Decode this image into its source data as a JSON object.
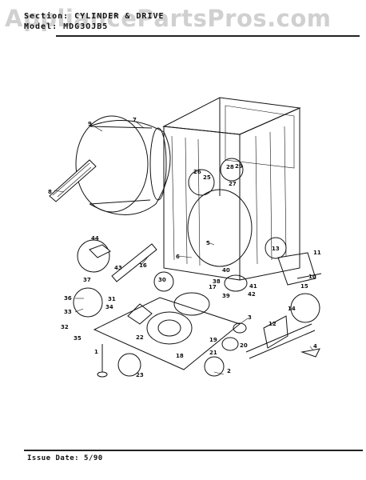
{
  "header": {
    "section_line": "Section: CYLINDER & DRIVE",
    "model_line": "Model: MDG3OJB5",
    "watermark": "AppliancePartsPros.com"
  },
  "footer": {
    "issue_date": "Issue Date: 5/90"
  },
  "callouts": {
    "c1": "1",
    "c2": "2",
    "c3": "3",
    "c4": "4",
    "c5": "5",
    "c6": "6",
    "c7": "7",
    "c8": "8",
    "c9": "9",
    "c10": "10",
    "c11": "11",
    "c12": "12",
    "c13": "13",
    "c14": "14",
    "c15": "15",
    "c16": "16",
    "c17": "17",
    "c18": "18",
    "c19": "19",
    "c20": "20",
    "c21": "21",
    "c22": "22",
    "c23": "23",
    "c25": "25",
    "c26": "26",
    "c27": "27",
    "c28": "28",
    "c29": "29",
    "c30": "30",
    "c31": "31",
    "c32": "32",
    "c33": "33",
    "c34": "34",
    "c35": "35",
    "c36": "36",
    "c37": "37",
    "c38": "38",
    "c39": "39",
    "c40": "40",
    "c41": "41",
    "c42": "42",
    "c43": "43",
    "c44": "44"
  },
  "colors": {
    "ink": "#111111",
    "watermark": "#aaaaaa",
    "paper": "#ffffff"
  }
}
